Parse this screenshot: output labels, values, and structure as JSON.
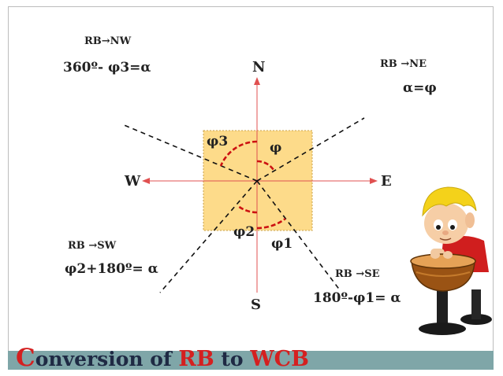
{
  "corners": {
    "nw": {
      "label": "RB→NW",
      "formula": "360º- φ3=α"
    },
    "ne": {
      "label": "RB →NE",
      "formula": "α=φ"
    },
    "sw": {
      "label": "RB →SW",
      "formula": "φ2+180º= α"
    },
    "se": {
      "label": "RB →SE",
      "formula": "180º-φ1= α"
    }
  },
  "directions": {
    "north": "N",
    "south": "S",
    "east": "E",
    "west": "W"
  },
  "angles": {
    "phi": "φ",
    "phi1": "φ1",
    "phi2": "φ2",
    "phi3": "φ3"
  },
  "title": {
    "c": "C",
    "onversion": "onversion of ",
    "rb": "RB",
    "to": " to ",
    "wcb": "WCB"
  },
  "colors": {
    "box_fill": "#fddb8a",
    "axis": "#e05050",
    "arc": "#cc1111",
    "footer": "#7fa6a8",
    "accent": "#d42020"
  },
  "icons": [
    "student-at-desk-icon"
  ]
}
